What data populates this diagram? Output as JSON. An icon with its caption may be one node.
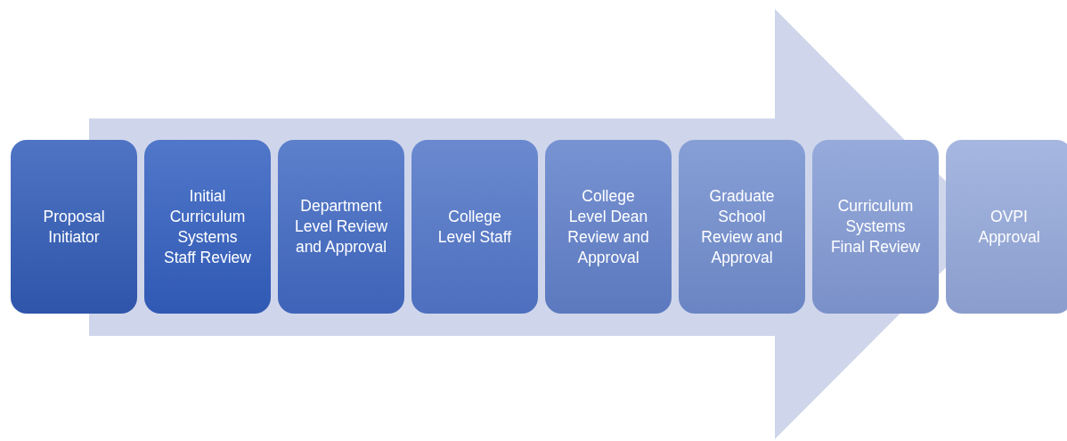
{
  "diagram": {
    "nodes": [
      {
        "text": [
          "Proposal Initiator"
        ]
      },
      {
        "text": [
          "Initial Curriculum Systems Staff Review"
        ]
      },
      {
        "text": [
          "Department Level Review and Approval"
        ]
      },
      {
        "text": [
          "College Level Staff"
        ]
      },
      {
        "text": [
          "College Level Dean Review and Approval"
        ]
      },
      {
        "text": [
          "Graduate School Review and Approval"
        ]
      },
      {
        "text": [
          "Curriculum Systems Final Review"
        ]
      },
      {
        "text": [
          "OVPI Approval"
        ]
      }
    ],
    "edges": [
      {
        "from": 0,
        "to": 7,
        "arrow": "to"
      }
    ]
  }
}
